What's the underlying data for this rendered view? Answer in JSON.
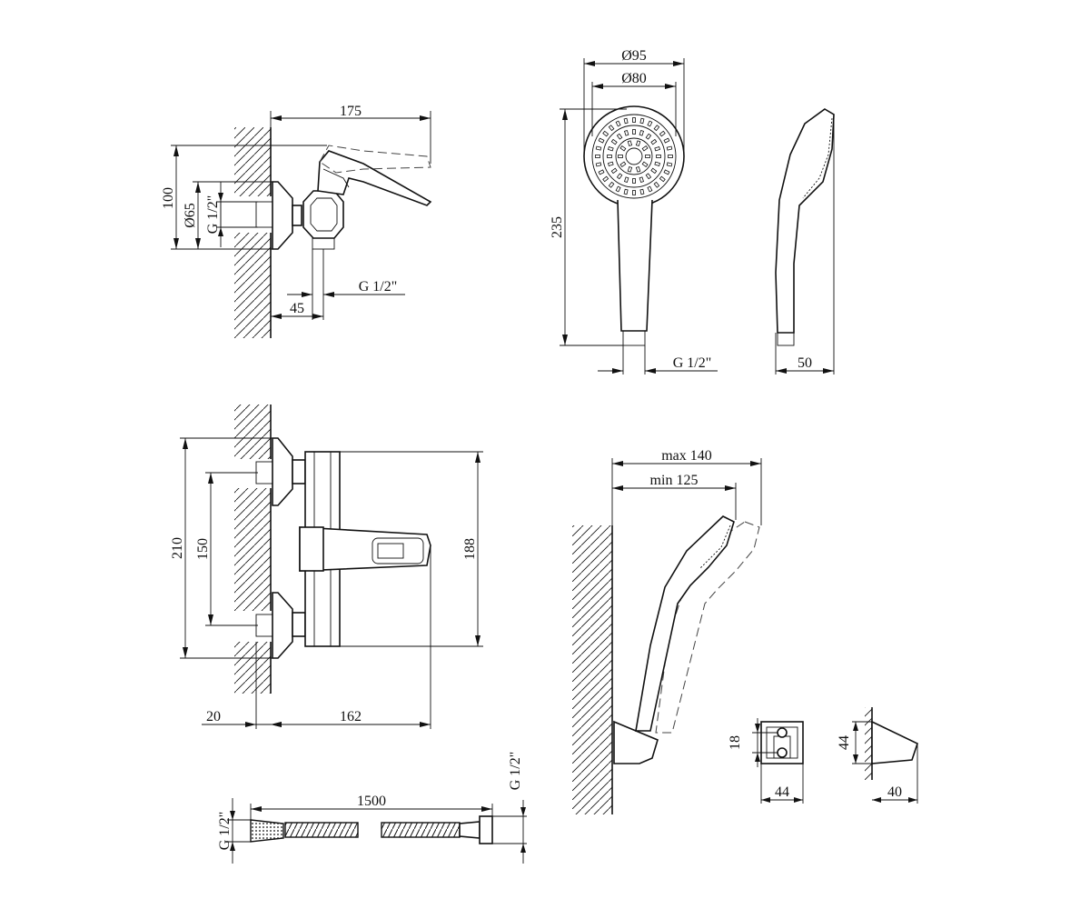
{
  "dimensions": {
    "mixer_side": {
      "length": "175",
      "height": "100",
      "flange_dia": "Ø65",
      "inlet_thread": "G 1/2\"",
      "outlet_thread": "G 1/2\"",
      "outlet_offset": "45"
    },
    "hand_shower": {
      "outer_dia": "Ø95",
      "face_dia": "Ø80",
      "length": "235",
      "thread": "G 1/2\"",
      "depth": "50"
    },
    "mixer_front": {
      "overall_height": "210",
      "inlet_spacing": "150",
      "body_height": "188",
      "wall_offset": "20",
      "projection": "162"
    },
    "holder_setup": {
      "max_reach": "max 140",
      "min_reach": "min 125"
    },
    "holder_front": {
      "height": "18",
      "width": "44"
    },
    "holder_side": {
      "height": "44",
      "depth": "40"
    },
    "hose": {
      "length": "1500",
      "thread_left": "G 1/2\"",
      "thread_right": "G 1/2\""
    }
  }
}
